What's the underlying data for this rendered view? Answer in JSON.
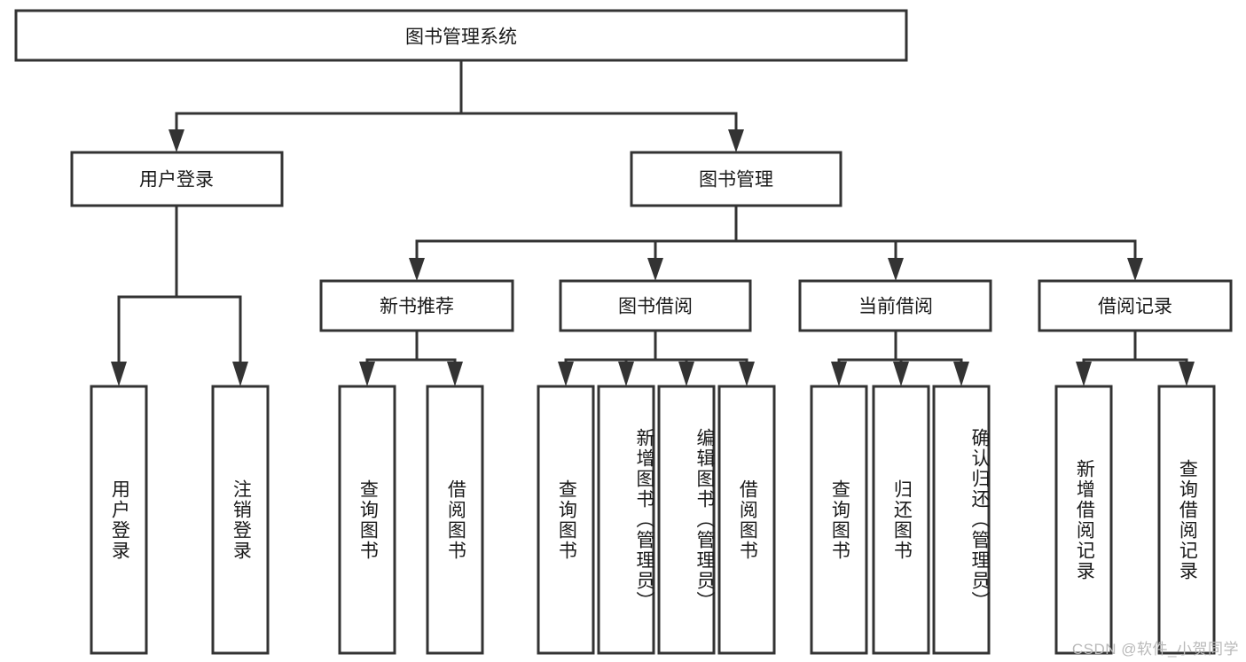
{
  "diagram": {
    "type": "tree-hierarchy-chart",
    "title_label": "图书管理系统",
    "watermark": "CSDN @软件_小贺同学",
    "colors": {
      "stroke": "#333333",
      "fill": "#ffffff",
      "text": "#1a1a1a",
      "watermark": "#b9b9b9",
      "background": "#ffffff"
    },
    "root": {
      "label": "图书管理系统"
    },
    "level2": [
      {
        "label": "用户登录"
      },
      {
        "label": "图书管理"
      }
    ],
    "level3": [
      {
        "label": "新书推荐"
      },
      {
        "label": "图书借阅"
      },
      {
        "label": "当前借阅"
      },
      {
        "label": "借阅记录"
      }
    ],
    "leaves": {
      "user_login": [
        {
          "label": "用户登录"
        },
        {
          "label": "注销登录"
        }
      ],
      "new_book_recommend": [
        {
          "label": "查询图书"
        },
        {
          "label": "借阅图书"
        }
      ],
      "book_borrow": [
        {
          "label": "查询图书"
        },
        {
          "label": "新增图书（管理员）"
        },
        {
          "label": "编辑图书（管理员）"
        },
        {
          "label": "借阅图书"
        }
      ],
      "current_borrow": [
        {
          "label": "查询图书"
        },
        {
          "label": "归还图书"
        },
        {
          "label": "确认归还（管理员）"
        }
      ],
      "borrow_record": [
        {
          "label": "新增借阅记录"
        },
        {
          "label": "查询借阅记录"
        }
      ]
    }
  }
}
